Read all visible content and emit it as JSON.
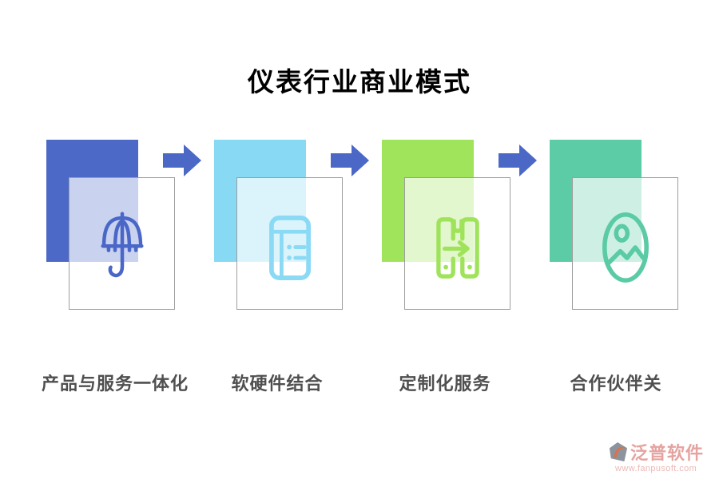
{
  "title": "仪表行业商业模式",
  "steps": [
    {
      "label": "产品与服务一体化",
      "icon": "umbrella-icon",
      "square_color": "#4C69C7",
      "icon_color": "#4A67C8"
    },
    {
      "label": "软硬件结合",
      "icon": "ledger-icon",
      "square_color": "#87D9F4",
      "icon_color": "#8ADAF5"
    },
    {
      "label": "定制化服务",
      "icon": "device-transfer-icon",
      "square_color": "#A0E45C",
      "icon_color": "#9FE35B"
    },
    {
      "label": "合作伙伴关",
      "icon": "photo-icon",
      "square_color": "#5CCCA6",
      "icon_color": "#5BCBA6"
    }
  ],
  "arrow": {
    "color": "#4B68C7"
  },
  "watermark": {
    "brand": "泛普软件",
    "url": "www.fanpusoft.com",
    "brand_color": "#E5A3A0",
    "url_color": "#ECB9B4",
    "mark_gray": "#8D939E",
    "mark_orange": "#DD7145"
  }
}
